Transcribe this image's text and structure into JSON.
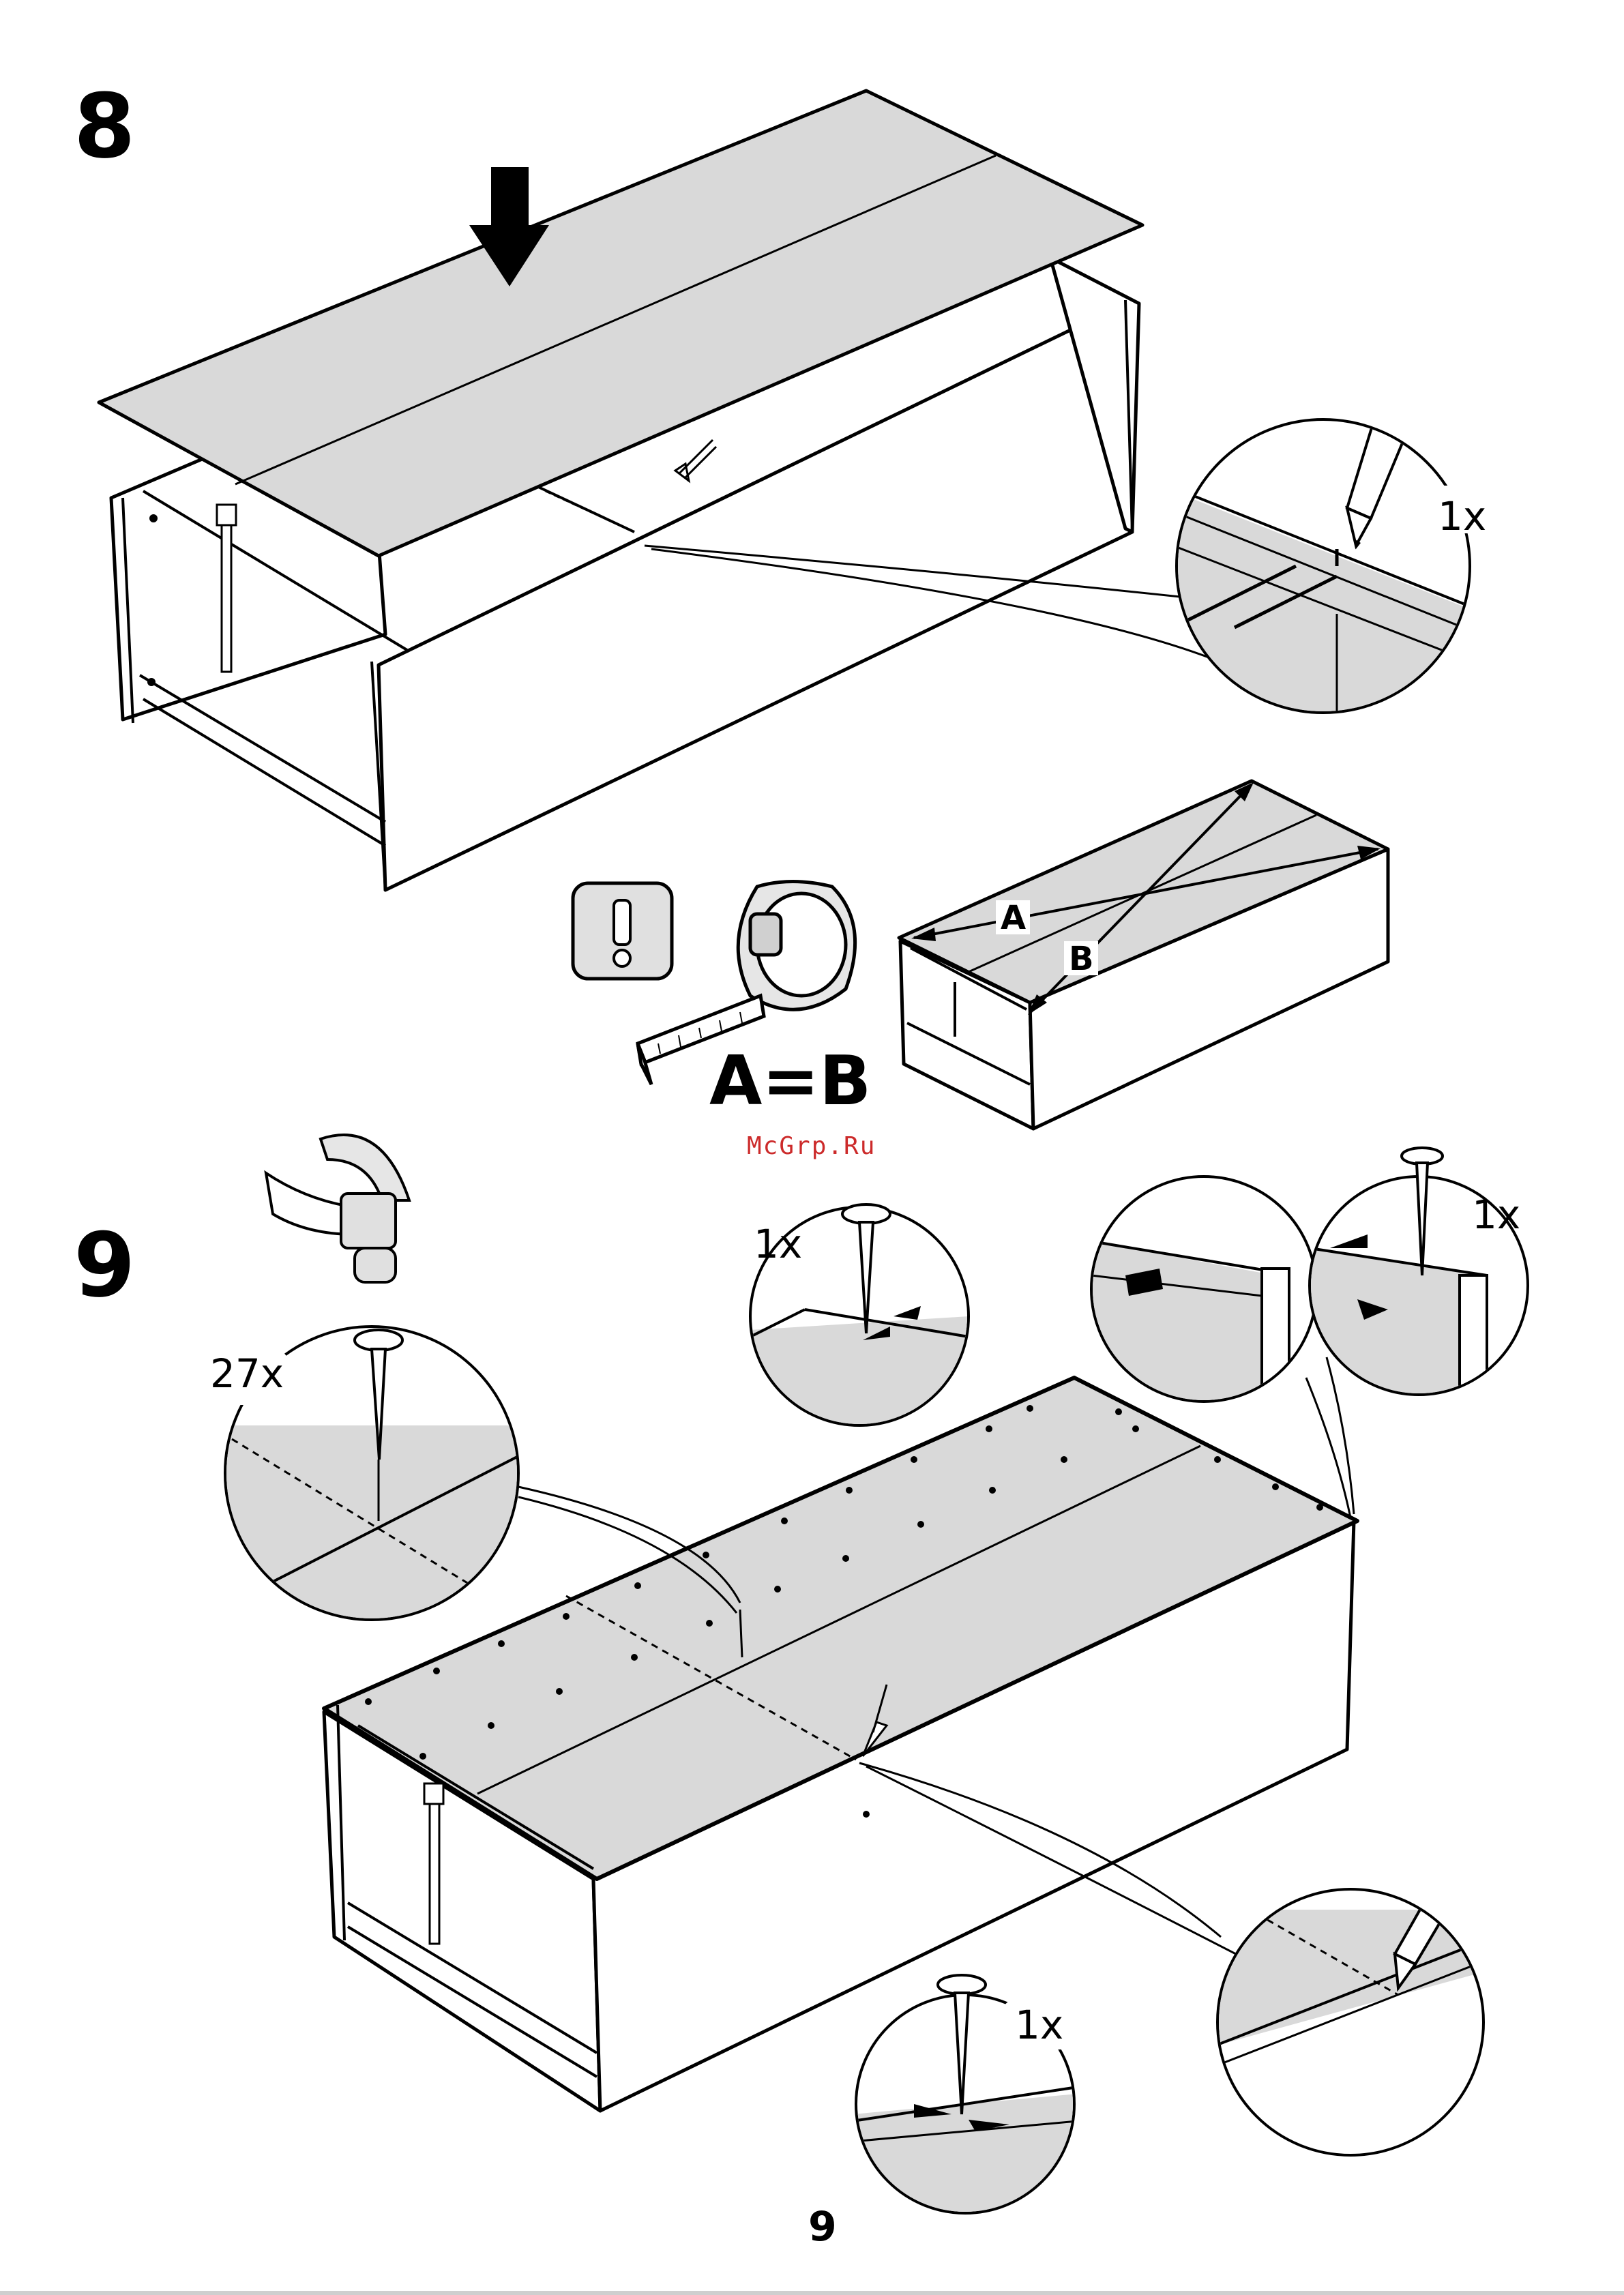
{
  "steps": [
    {
      "number": "8",
      "quantity": "1x",
      "measure_note": "A=B",
      "label_a": "A",
      "label_b": "B",
      "warning_icon": "exclamation-icon"
    },
    {
      "number": "9",
      "nails_main": "27x",
      "nail_detail_1": "1x",
      "nail_detail_2": "1x",
      "nail_detail_3": "1x"
    }
  ],
  "watermark": "McGrp.Ru",
  "page_number": "9",
  "colors": {
    "panel_fill": "#d9d9d9",
    "line": "#000000",
    "watermark": "#cc2a2a"
  }
}
